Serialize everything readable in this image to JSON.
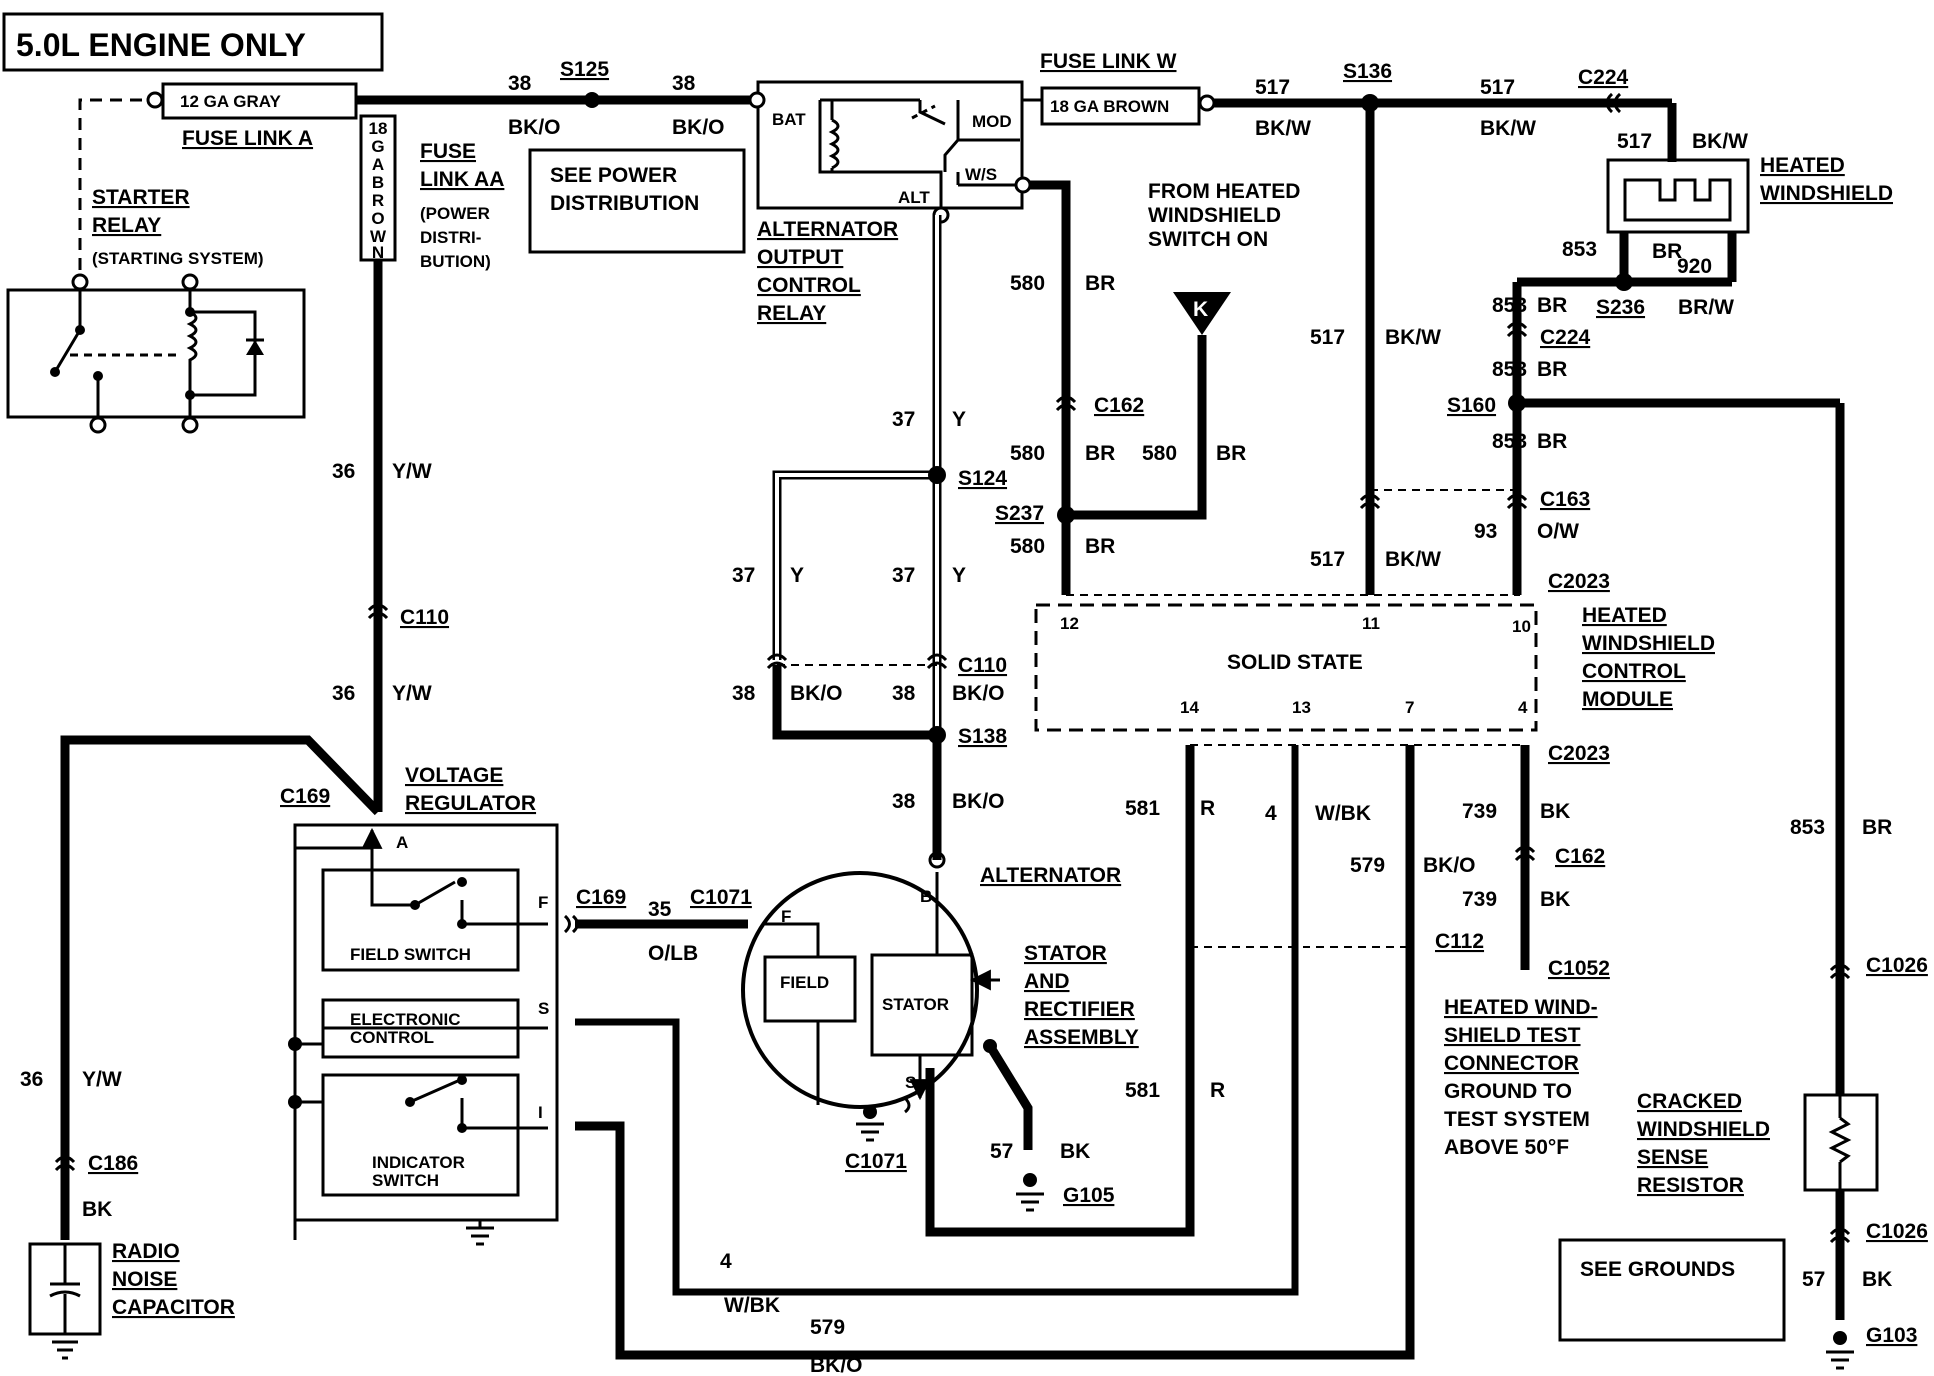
{
  "title": "5.0L ENGINE ONLY",
  "fuse_link_a": {
    "rating": "12 GA GRAY",
    "label": "FUSE LINK A"
  },
  "fuse_link_aa": {
    "rating_chars": [
      "18",
      "G",
      "A",
      "B",
      "R",
      "O",
      "W",
      "N"
    ],
    "label_1": "FUSE",
    "label_2": "LINK AA",
    "note_1": "(POWER",
    "note_2": "DISTRI-",
    "note_3": "BUTION)"
  },
  "fuse_link_w": {
    "rating": "18 GA BROWN",
    "label": "FUSE LINK W"
  },
  "see_power": {
    "line1": "SEE POWER",
    "line2": "DISTRIBUTION"
  },
  "see_grounds": "SEE GROUNDS",
  "starter_relay": {
    "line1": "STARTER",
    "line2": "RELAY",
    "line3": "(STARTING SYSTEM)"
  },
  "alt_relay": {
    "bat": "BAT",
    "mod": "MOD",
    "ws": "W/S",
    "alt": "ALT",
    "line1": "ALTERNATOR",
    "line2": "OUTPUT",
    "line3": "CONTROL",
    "line4": "RELAY"
  },
  "heated_ws": {
    "line1": "HEATED",
    "line2": "WINDSHIELD"
  },
  "from_switch": {
    "line1": "FROM HEATED",
    "line2": "WINDSHIELD",
    "line3": "SWITCH ON"
  },
  "k_terminal": "K",
  "module": {
    "line1": "HEATED",
    "line2": "WINDSHIELD",
    "line3": "CONTROL",
    "line4": "MODULE",
    "inner": "SOLID STATE",
    "pins": [
      "12",
      "11",
      "10",
      "14",
      "13",
      "7",
      "4"
    ]
  },
  "voltage_regulator": {
    "line1": "VOLTAGE",
    "line2": "REGULATOR",
    "field_switch": "FIELD SWITCH",
    "electronic_1": "ELECTRONIC",
    "electronic_2": "CONTROL",
    "indicator_1": "INDICATOR",
    "indicator_2": "SWITCH",
    "pin_a": "A",
    "pin_f": "F",
    "pin_s": "S",
    "pin_i": "I"
  },
  "alternator": {
    "label": "ALTERNATOR",
    "field": "FIELD",
    "stator": "STATOR",
    "pin_b": "B",
    "pin_f": "F",
    "pin_s": "S"
  },
  "stator_assembly": {
    "line1": "STATOR",
    "line2": "AND",
    "line3": "RECTIFIER",
    "line4": "ASSEMBLY"
  },
  "test_connector": {
    "line1": "HEATED WIND-",
    "line2": "SHIELD TEST",
    "line3": "CONNECTOR",
    "line4": "GROUND TO",
    "line5": "TEST  SYSTEM",
    "line6": "ABOVE 50°F"
  },
  "cracked": {
    "line1": "CRACKED",
    "line2": "WINDSHIELD",
    "line3": "SENSE",
    "line4": "RESISTOR"
  },
  "capacitor": {
    "line1": "RADIO",
    "line2": "NOISE",
    "line3": "CAPACITOR"
  },
  "connectors": {
    "C110": "C110",
    "C169": "C169",
    "C186": "C186",
    "C1071": "C1071",
    "C162": "C162",
    "C224": "C224",
    "C163": "C163",
    "C2023": "C2023",
    "C112": "C112",
    "C1052": "C1052",
    "C1026": "C1026",
    "G105": "G105",
    "G103": "G103"
  },
  "splices": {
    "S125": "S125",
    "S136": "S136",
    "S236": "S236",
    "S160": "S160",
    "S124": "S124",
    "S237": "S237",
    "S138": "S138"
  },
  "circuits": {
    "n38": "38",
    "bko": "BK/O",
    "n517": "517",
    "bkw": "BK/W",
    "n580": "580",
    "br": "BR",
    "n36": "36",
    "yw": "Y/W",
    "n37": "37",
    "y": "Y",
    "n853": "853",
    "n920": "920",
    "brw": "BR/W",
    "n93": "93",
    "ow": "O/W",
    "n35": "35",
    "olb": "O/LB",
    "n581": "581",
    "r": "R",
    "n4": "4",
    "wbk": "W/BK",
    "n579": "579",
    "n739": "739",
    "bk": "BK",
    "n57": "57"
  }
}
